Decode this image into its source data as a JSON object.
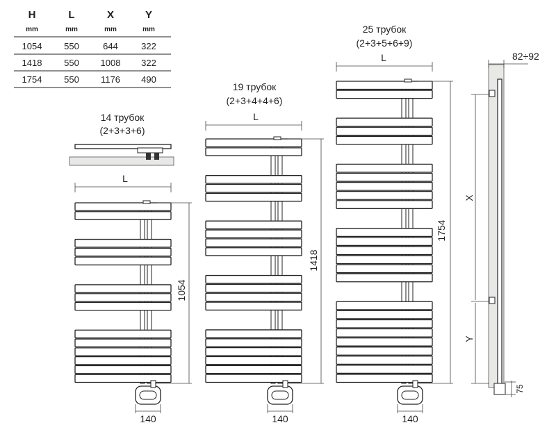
{
  "spec_table": {
    "headers": [
      "H",
      "L",
      "X",
      "Y"
    ],
    "units": [
      "mm",
      "mm",
      "mm",
      "mm"
    ],
    "rows": [
      [
        "1054",
        "550",
        "644",
        "322"
      ],
      [
        "1418",
        "550",
        "1008",
        "322"
      ],
      [
        "1754",
        "550",
        "1176",
        "490"
      ]
    ]
  },
  "radiators": [
    {
      "tubes_label": "14 трубок",
      "groups_label": "(2+3+3+6)",
      "groups": [
        2,
        3,
        3,
        6
      ],
      "width_label": "L",
      "height_label": "1054",
      "base_label": "140"
    },
    {
      "tubes_label": "19 трубок",
      "groups_label": "(2+3+4+4+6)",
      "groups": [
        2,
        3,
        4,
        4,
        6
      ],
      "width_label": "L",
      "height_label": "1418",
      "base_label": "140"
    },
    {
      "tubes_label": "25 трубок",
      "groups_label": "(2+3+5+6+9)",
      "groups": [
        2,
        3,
        5,
        6,
        9
      ],
      "width_label": "L",
      "height_label": "1754",
      "base_label": "140"
    }
  ],
  "side_view": {
    "depth_label": "82÷92",
    "x_label": "X",
    "y_label": "Y",
    "bottom_label": "75"
  },
  "colors": {
    "line": "#222222",
    "wall": "#e8e8e6"
  }
}
